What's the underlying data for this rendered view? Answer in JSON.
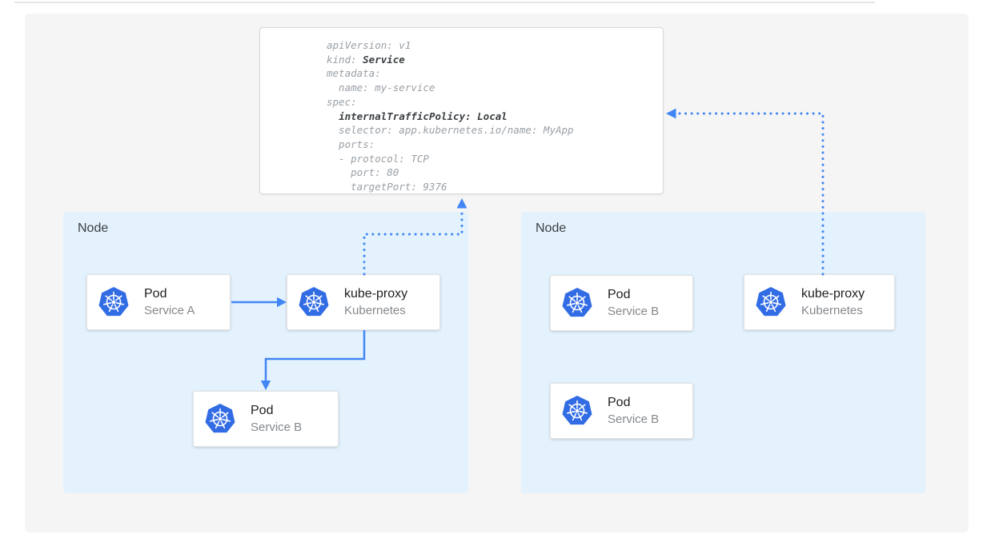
{
  "diagram": {
    "service_yaml": {
      "lines": [
        {
          "pre": "apiVersion: v1"
        },
        {
          "pre": "kind: ",
          "bold": "Service"
        },
        {
          "pre": "metadata:"
        },
        {
          "pre": "  name: my-service"
        },
        {
          "pre": "spec:"
        },
        {
          "pre": "  ",
          "bold": "internalTrafficPolicy: Local"
        },
        {
          "pre": "  selector: app.kubernetes.io/name: MyApp"
        },
        {
          "pre": "  ports:"
        },
        {
          "pre": "  - protocol: TCP"
        },
        {
          "pre": "    port: 80"
        },
        {
          "pre": "    targetPort: 9376"
        }
      ]
    },
    "nodes": [
      {
        "label": "Node",
        "cards": [
          {
            "title": "Pod",
            "subtitle": "Service A",
            "icon": "kubernetes-icon"
          },
          {
            "title": "kube-proxy",
            "subtitle": "Kubernetes",
            "icon": "kubernetes-icon"
          },
          {
            "title": "Pod",
            "subtitle": "Service B",
            "icon": "kubernetes-icon"
          }
        ]
      },
      {
        "label": "Node",
        "cards": [
          {
            "title": "Pod",
            "subtitle": "Service B",
            "icon": "kubernetes-icon"
          },
          {
            "title": "kube-proxy",
            "subtitle": "Kubernetes",
            "icon": "kubernetes-icon"
          },
          {
            "title": "Pod",
            "subtitle": "Service B",
            "icon": "kubernetes-icon"
          }
        ]
      }
    ],
    "arrows": [
      {
        "from": "pod-service-a",
        "to": "kube-proxy-left",
        "style": "solid"
      },
      {
        "from": "kube-proxy-left",
        "to": "pod-service-b-left",
        "style": "solid"
      },
      {
        "from": "kube-proxy-left",
        "to": "service-yaml-box",
        "style": "dotted"
      },
      {
        "from": "kube-proxy-right",
        "to": "service-yaml-box",
        "style": "dotted"
      }
    ],
    "colors": {
      "arrow_blue": "#4285f4",
      "node_bg": "#e3f2fd",
      "kubernetes_blue": "#326ce5",
      "panel_bg": "#f5f5f5",
      "code_text": "#9aa0a6",
      "code_bold_text": "#3c4043"
    }
  }
}
